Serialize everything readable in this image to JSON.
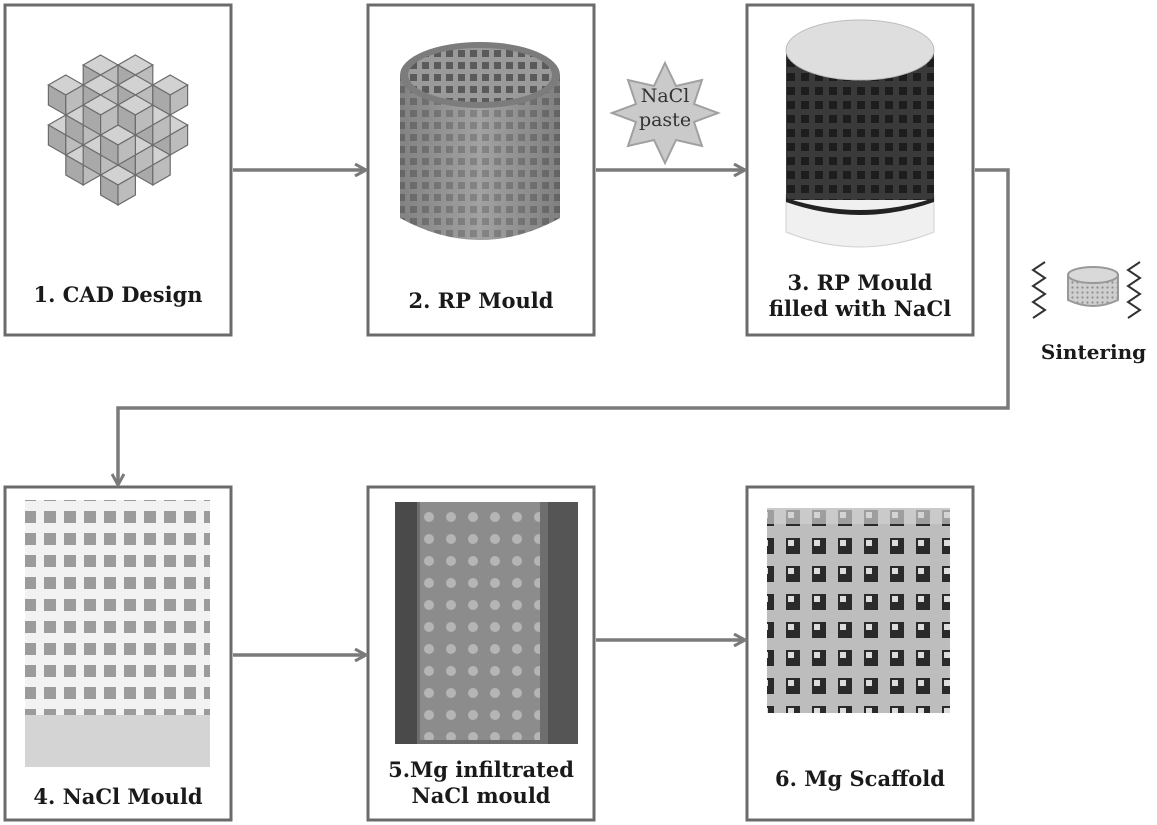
{
  "steps": [
    {
      "id": 1,
      "label": "1. CAD Design"
    },
    {
      "id": 2,
      "label": "2. RP Mould"
    },
    {
      "id": 3,
      "label": "3. RP Mould\nfilled with NaCl"
    },
    {
      "id": 4,
      "label": "4. NaCl Mould"
    },
    {
      "id": 5,
      "label": "5.Mg infiltrated\nNaCl mould"
    },
    {
      "id": 6,
      "label": "6. Mg Scaffold"
    }
  ],
  "annotations": {
    "nacl_paste": "NaCl\npaste",
    "sintering": "Sintering"
  },
  "colors": {
    "box_border": "#6b6b6b",
    "arrow": "#7a7a7a",
    "paste_badge": "#c8c8c8",
    "cube_face": "#bdbdbd"
  }
}
